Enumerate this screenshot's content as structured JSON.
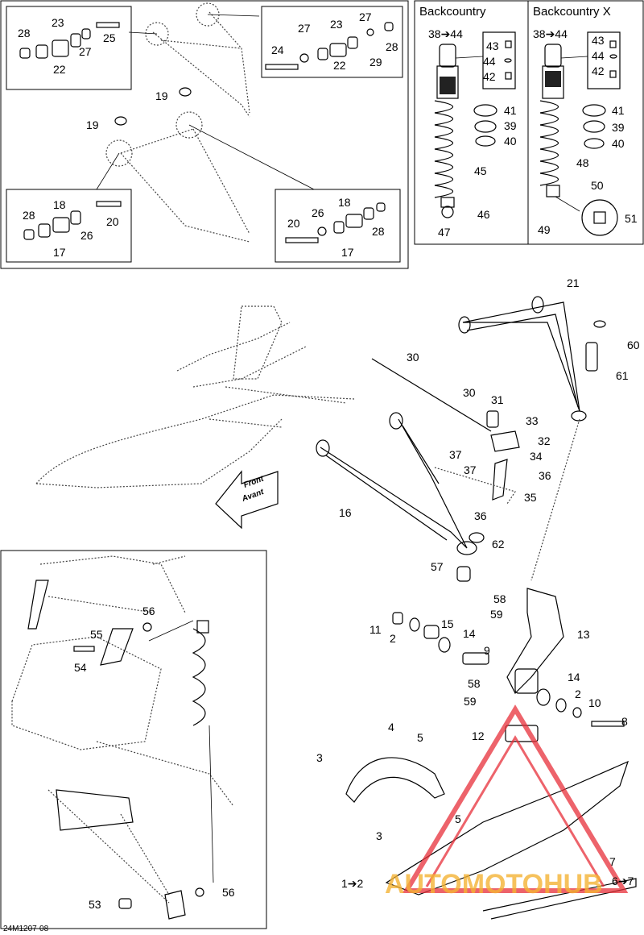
{
  "diagram_code": "24M1207-08",
  "headers": {
    "shock_a": "Backcountry",
    "shock_b": "Backcountry X"
  },
  "arrow_text": {
    "line1": "Front",
    "line2": "Avant"
  },
  "watermark": {
    "word": "AUTOMOTOHUB",
    "color_red": "#e8303a",
    "color_gold": "#f5b335"
  },
  "labels": {
    "l28a": "28",
    "l23a": "23",
    "l25": "25",
    "l27a": "27",
    "l22a": "22",
    "l24": "24",
    "l27b": "27",
    "l23b": "23",
    "l27c": "27",
    "l28b": "28",
    "l29": "29",
    "l22b": "22",
    "l19a": "19",
    "l19b": "19",
    "l28c": "28",
    "l18a": "18",
    "l20a": "20",
    "l26a": "26",
    "l17a": "17",
    "l20b": "20",
    "l26b": "26",
    "l18b": "18",
    "l28d": "28",
    "l17b": "17",
    "l3844a": "38➔44",
    "l43a": "43",
    "l44a": "44",
    "l42a": "42",
    "l41a": "41",
    "l39a": "39",
    "l40a": "40",
    "l45": "45",
    "l46": "46",
    "l47": "47",
    "l3844b": "38➔44",
    "l43b": "43",
    "l44b": "44",
    "l42b": "42",
    "l41b": "41",
    "l39b": "39",
    "l40b": "40",
    "l48": "48",
    "l50": "50",
    "l51": "51",
    "l49": "49",
    "l21": "21",
    "l60": "60",
    "l61": "61",
    "l30a": "30",
    "l30b": "30",
    "l31": "31",
    "l33": "33",
    "l32": "32",
    "l37a": "37",
    "l34": "34",
    "l37b": "37",
    "l36a": "36",
    "l35": "35",
    "l16": "16",
    "l36b": "36",
    "l62": "62",
    "l57": "57",
    "l58a": "58",
    "l59a": "59",
    "l11": "11",
    "l15": "15",
    "l2a": "2",
    "l14a": "14",
    "l13": "13",
    "l9": "9",
    "l58b": "58",
    "l59b": "59",
    "l14b": "14",
    "l2b": "2",
    "l10": "10",
    "l8": "8",
    "l4": "4",
    "l5a": "5",
    "l3a": "3",
    "l12": "12",
    "l5b": "5",
    "l3b": "3",
    "l7": "7",
    "l12n": "1➔2",
    "l67": "6➔7",
    "l56a": "56",
    "l55": "55",
    "l54": "54",
    "l53": "53",
    "l56b": "56"
  }
}
